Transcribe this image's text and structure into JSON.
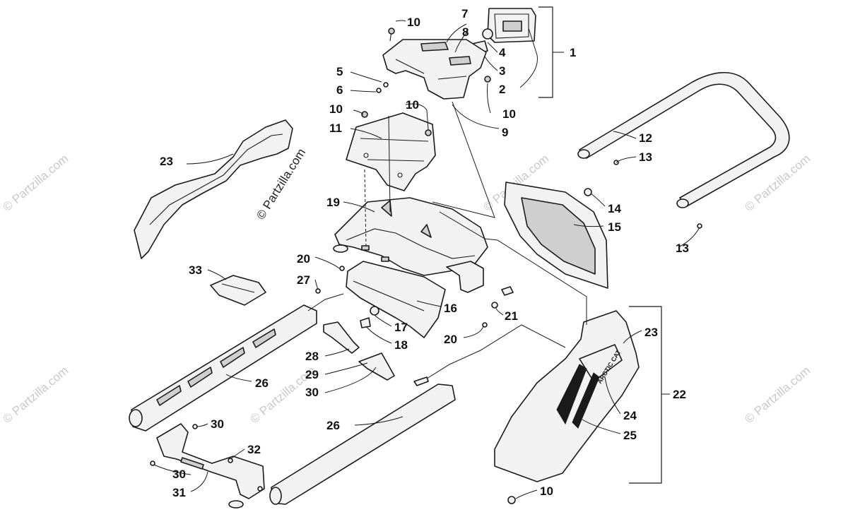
{
  "watermark": {
    "main": "© Partzilla.com",
    "faint": "© Partzilla.com"
  },
  "decal_text": "ARCTIC CAT",
  "callouts": {
    "c1": "1",
    "c2": "2",
    "c3": "3",
    "c4": "4",
    "c5": "5",
    "c6": "6",
    "c7": "7",
    "c8": "8",
    "c9": "9",
    "c10a": "10",
    "c10b": "10",
    "c10c": "10",
    "c10d": "10",
    "c10e": "10",
    "c11": "11",
    "c12": "12",
    "c13a": "13",
    "c13b": "13",
    "c14": "14",
    "c15": "15",
    "c16": "16",
    "c17": "17",
    "c18": "18",
    "c19": "19",
    "c20a": "20",
    "c20b": "20",
    "c21": "21",
    "c22": "22",
    "c23a": "23",
    "c23b": "23",
    "c24": "24",
    "c25": "25",
    "c26a": "26",
    "c26b": "26",
    "c27": "27",
    "c28": "28",
    "c29": "29",
    "c30a": "30",
    "c30b": "30",
    "c30c": "30",
    "c31": "31",
    "c32": "32",
    "c33": "33"
  }
}
